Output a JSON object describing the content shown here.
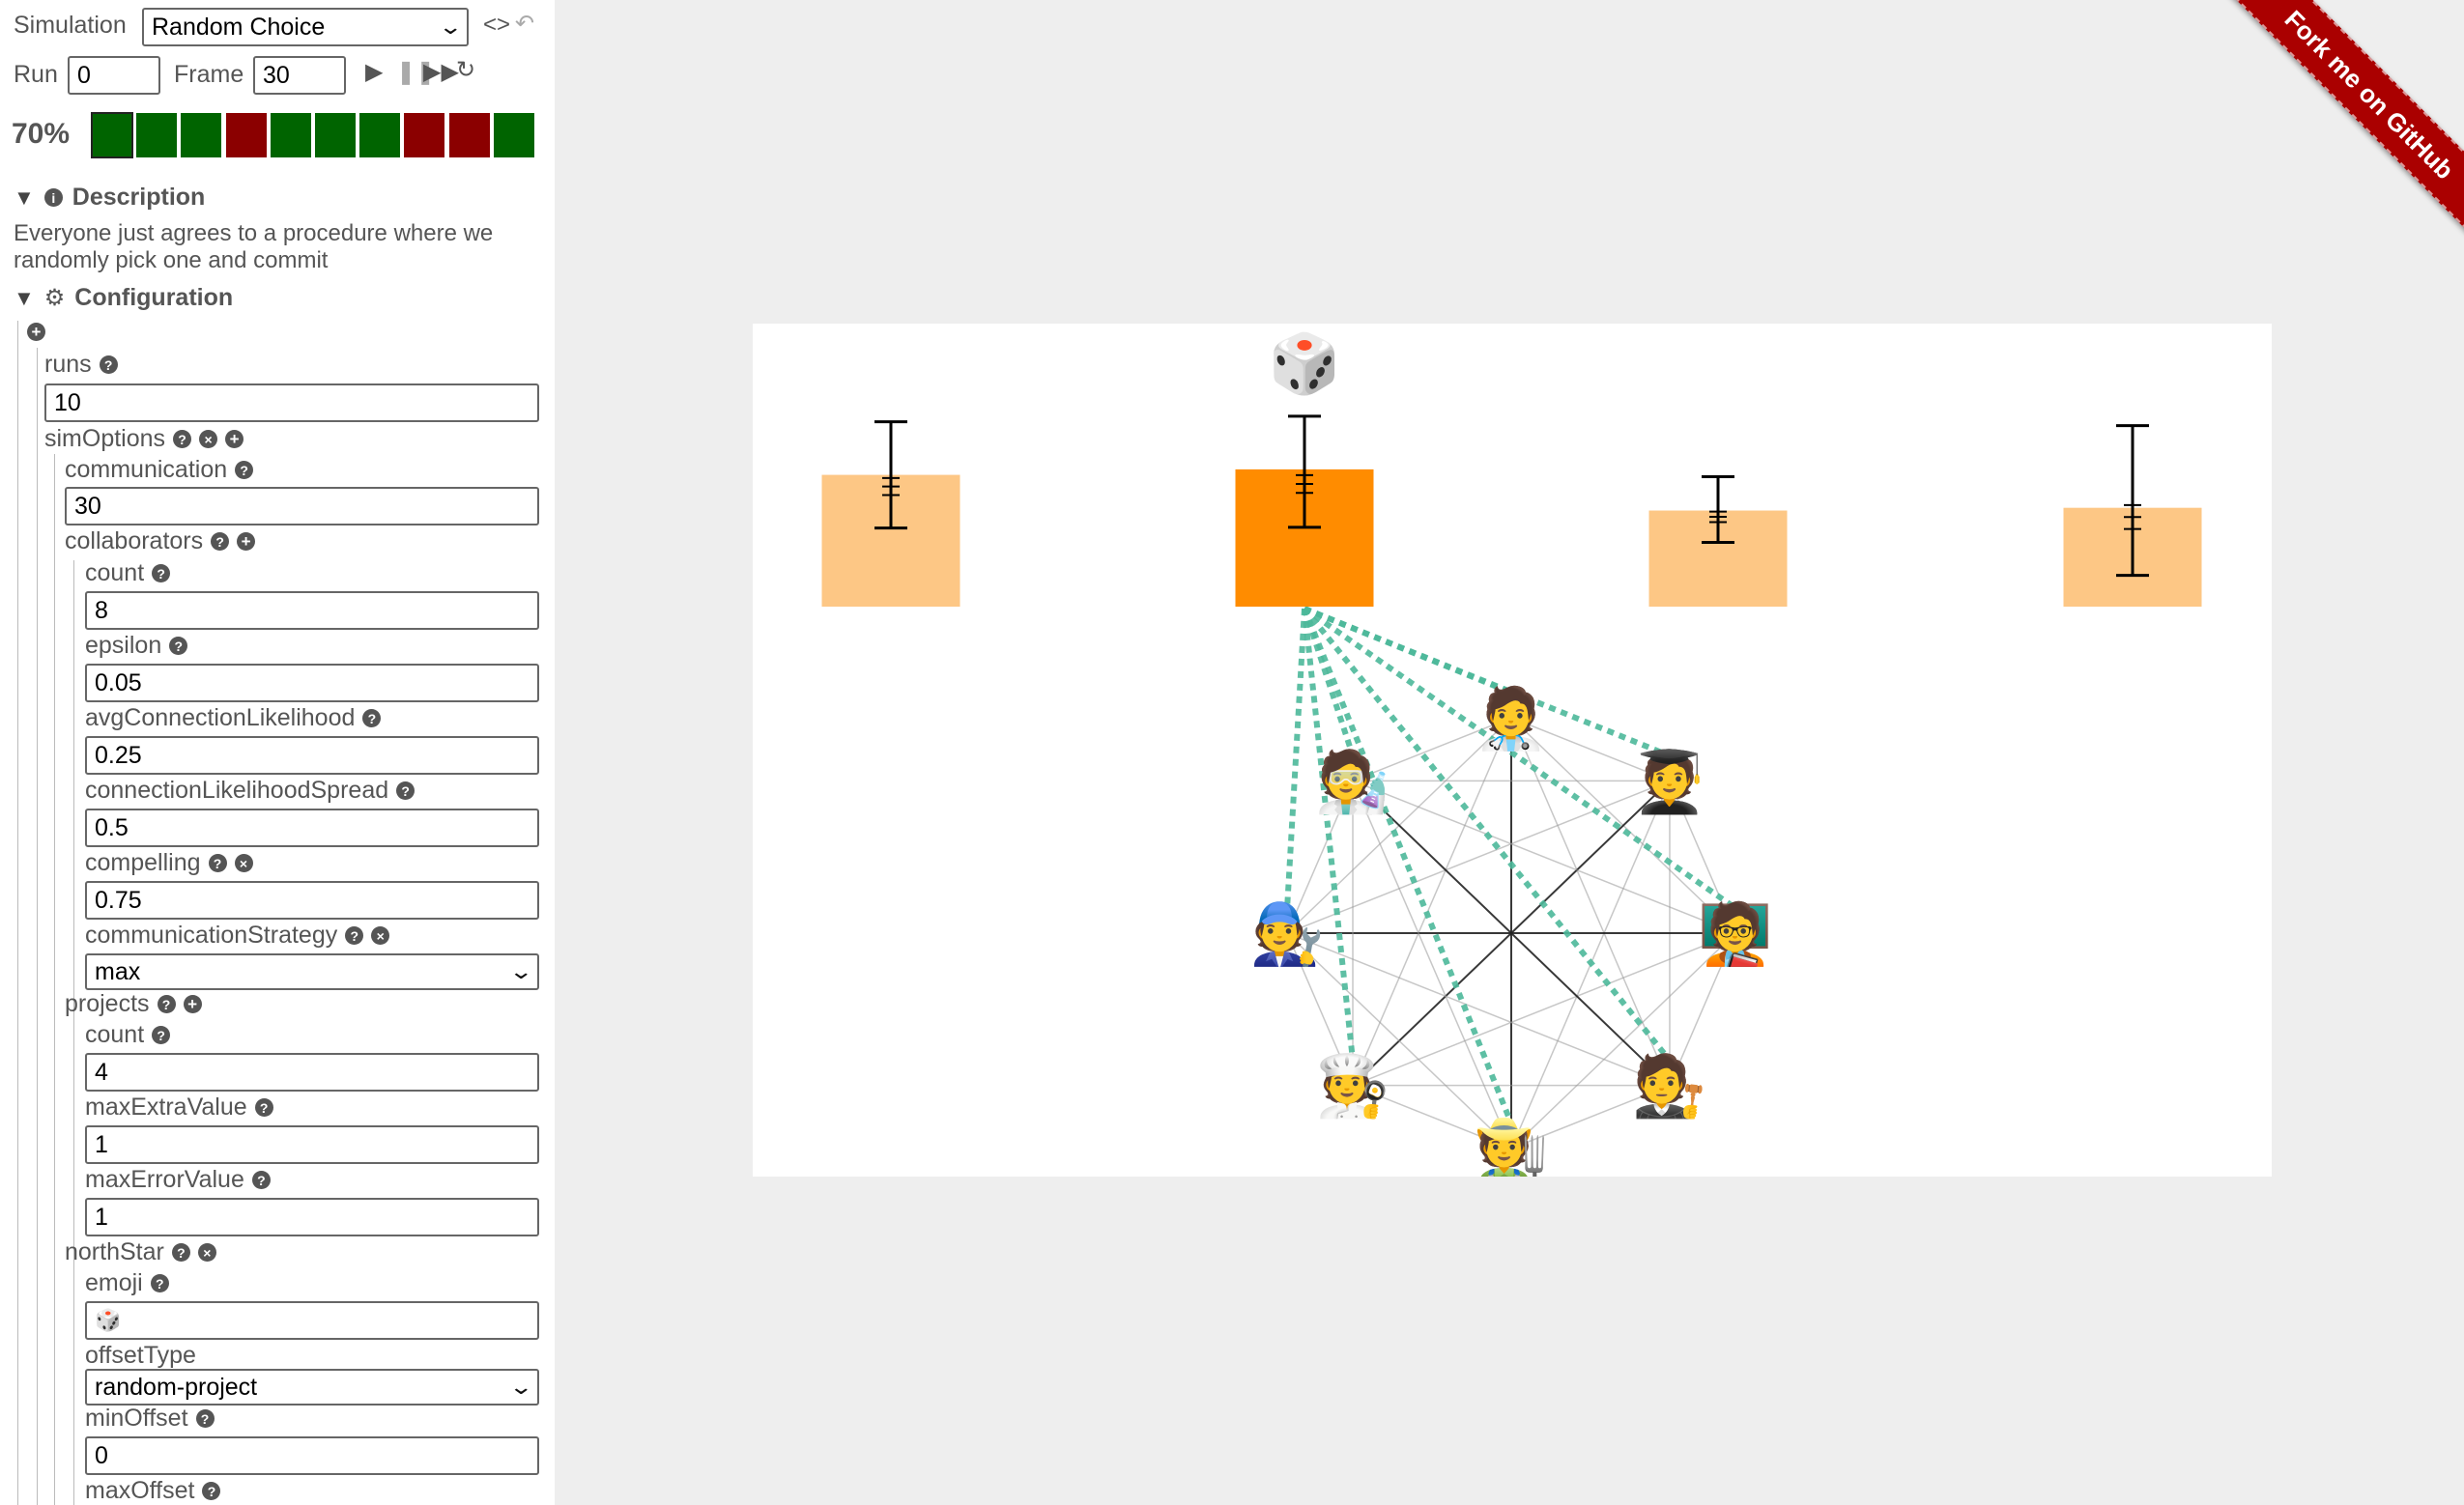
{
  "header": {
    "simulation_label": "Simulation",
    "simulation_value": "Random Choice",
    "run_label": "Run",
    "run_value": "0",
    "frame_label": "Frame",
    "frame_value": "30"
  },
  "progress": {
    "percent_label": "70%",
    "cells": [
      "green",
      "green",
      "green",
      "red",
      "green",
      "green",
      "green",
      "red",
      "red",
      "green"
    ]
  },
  "colors": {
    "green": "#006400",
    "red": "#8b0000",
    "bar_light": "#fdc785",
    "bar_active": "#ff8c00",
    "link": "#4db89a",
    "ribbon": "#aa0000"
  },
  "description": {
    "title": "Description",
    "text": "Everyone just agrees to a procedure where we randomly pick one and commit"
  },
  "configuration": {
    "title": "Configuration",
    "runs_label": "runs",
    "runs_value": "10",
    "simOptions_label": "simOptions",
    "communication_label": "communication",
    "communication_value": "30",
    "collaborators_label": "collaborators",
    "collab_count_label": "count",
    "collab_count_value": "8",
    "epsilon_label": "epsilon",
    "epsilon_value": "0.05",
    "avgConnectionLikelihood_label": "avgConnectionLikelihood",
    "avgConnectionLikelihood_value": "0.25",
    "connectionLikelihoodSpread_label": "connectionLikelihoodSpread",
    "connectionLikelihoodSpread_value": "0.5",
    "compelling_label": "compelling",
    "compelling_value": "0.75",
    "communicationStrategy_label": "communicationStrategy",
    "communicationStrategy_value": "max",
    "projects_label": "projects",
    "proj_count_label": "count",
    "proj_count_value": "4",
    "maxExtraValue_label": "maxExtraValue",
    "maxExtraValue_value": "1",
    "maxErrorValue_label": "maxErrorValue",
    "maxErrorValue_value": "1",
    "northStar_label": "northStar",
    "emoji_label": "emoji",
    "emoji_value": "🎲",
    "offsetType_label": "offsetType",
    "offsetType_value": "random-project",
    "minOffset_label": "minOffset",
    "minOffset_value": "0",
    "maxOffset_label": "maxOffset"
  },
  "visualization": {
    "north_star_emoji": "🎲",
    "projects": [
      {
        "value": 0.48,
        "active": false
      },
      {
        "value": 0.5,
        "active": true
      },
      {
        "value": 0.35,
        "active": false
      },
      {
        "value": 0.36,
        "active": false
      }
    ],
    "collaborators": [
      {
        "emoji": "🧑‍⚕️",
        "name": "health-worker"
      },
      {
        "emoji": "🧑‍🎓",
        "name": "student"
      },
      {
        "emoji": "🧑‍🏫",
        "name": "teacher"
      },
      {
        "emoji": "🧑‍⚖️",
        "name": "judge"
      },
      {
        "emoji": "🧑‍🌾",
        "name": "farmer"
      },
      {
        "emoji": "🧑‍🍳",
        "name": "cook"
      },
      {
        "emoji": "🧑‍🔧",
        "name": "mechanic"
      },
      {
        "emoji": "🧑‍🔬",
        "name": "scientist"
      }
    ]
  },
  "ribbon": {
    "text": "Fork me on GitHub"
  }
}
